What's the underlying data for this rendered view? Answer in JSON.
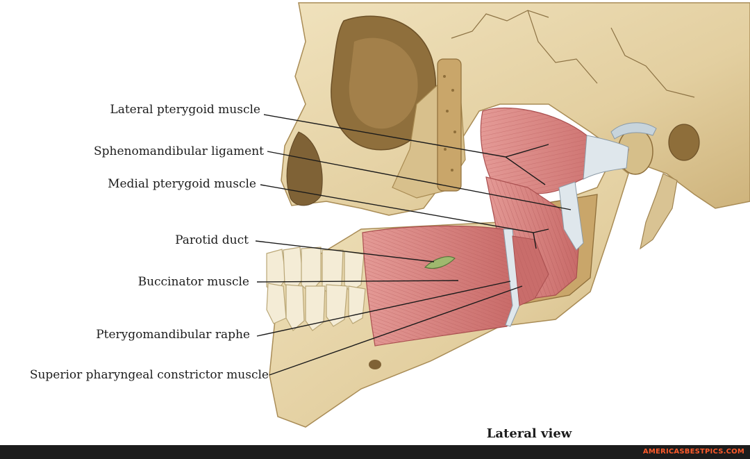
{
  "labels": [
    "Lateral pterygoid muscle",
    "Sphenomandibular ligament",
    "Medial pterygoid muscle",
    "Parotid duct",
    "Buccinator muscle",
    "Pterygomandibular raphe",
    "Superior pharyngeal constrictor muscle"
  ],
  "view_label": "Lateral view",
  "watermark": "AMERICASBESTPICS.COM",
  "colors": {
    "bone": "#e6d5aa",
    "bone_shadow": "#b59a63",
    "muscle": "#d98585",
    "muscle_dark": "#b85a5a",
    "ligament": "#d6e0e6",
    "teeth": "#f4ecd6",
    "footer": "#1c1c1c",
    "watermark": "#ff5a2a"
  }
}
